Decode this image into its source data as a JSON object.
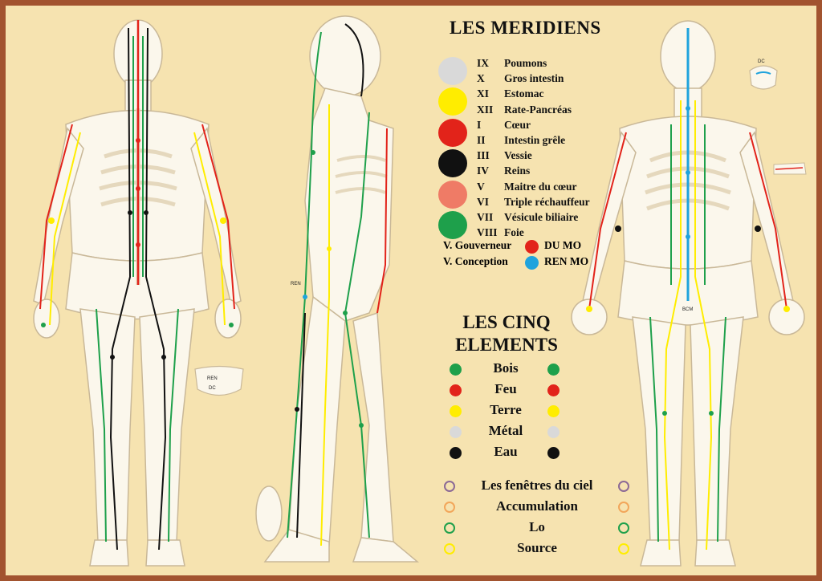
{
  "title": "LES MERIDIENS",
  "meridians": [
    {
      "num": "IX",
      "name": "Poumons"
    },
    {
      "num": "X",
      "name": "Gros intestin"
    },
    {
      "num": "XI",
      "name": "Estomac"
    },
    {
      "num": "XII",
      "name": "Rate-Pancréas"
    },
    {
      "num": "I",
      "name": "Cœur"
    },
    {
      "num": "II",
      "name": "Intestin grêle"
    },
    {
      "num": "III",
      "name": "Vessie"
    },
    {
      "num": "IV",
      "name": "Reins"
    },
    {
      "num": "V",
      "name": "Maitre du cœur"
    },
    {
      "num": "VI",
      "name": "Triple réchauffeur"
    },
    {
      "num": "VII",
      "name": "Vésicule biliaire"
    },
    {
      "num": "VIII",
      "name": "Foie"
    }
  ],
  "meridian_colors": [
    "#d9d9d9",
    "#ffed00",
    "#e2231a",
    "#111111",
    "#ef7b66",
    "#1ea04b"
  ],
  "vessels": [
    {
      "label": "V. Gouverneur",
      "code": "DU MO",
      "color": "#e2231a"
    },
    {
      "label": "V. Conception",
      "code": "REN MO",
      "color": "#1fa3dd"
    }
  ],
  "elements_title_line1": "LES CINQ",
  "elements_title_line2": "ELEMENTS",
  "elements": [
    {
      "name": "Bois",
      "color": "#1ea04b"
    },
    {
      "name": "Feu",
      "color": "#e2231a"
    },
    {
      "name": "Terre",
      "color": "#ffed00"
    },
    {
      "name": "Métal",
      "color": "#d9d9d9"
    },
    {
      "name": "Eau",
      "color": "#111111"
    }
  ],
  "point_types": [
    {
      "name": "Les fenêtres du ciel",
      "color": "#8c6a96"
    },
    {
      "name": "Accumulation",
      "color": "#f2a65a"
    },
    {
      "name": "Lo",
      "color": "#1ea04b"
    },
    {
      "name": "Source",
      "color": "#ffed00"
    }
  ],
  "figure_labels": {
    "ren": "REN",
    "dc": "DC",
    "dc_inset": "DC",
    "ren_label_side": "REN",
    "bcm": "BCM"
  }
}
